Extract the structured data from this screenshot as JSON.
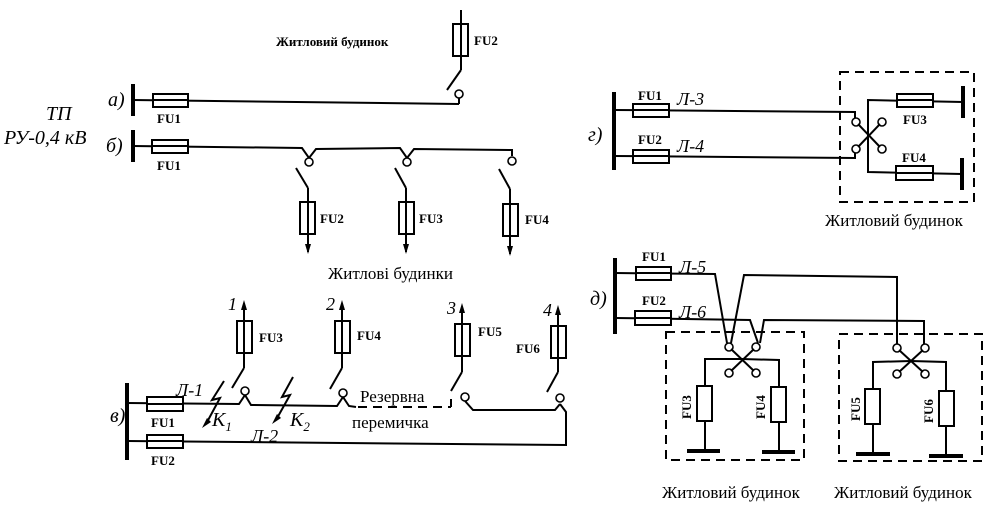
{
  "source": {
    "label": "ТП",
    "sublabel": "РУ-0,4 кВ"
  },
  "diagrams": {
    "a": {
      "tag": "а)",
      "fuses": [
        "FU1",
        "FU2"
      ],
      "caption": "Житловий будинок"
    },
    "b": {
      "tag": "б)",
      "fuses": [
        "FU1",
        "FU2",
        "FU3",
        "FU4"
      ],
      "caption": "Житлові будинки"
    },
    "v": {
      "tag": "в)",
      "fuses": [
        "FU1",
        "FU2",
        "FU3",
        "FU4",
        "FU5",
        "FU6"
      ],
      "consumers": [
        "1",
        "2",
        "3",
        "4"
      ],
      "lines": [
        "Л-1",
        "Л-2"
      ],
      "faults": [
        {
          "k": "K",
          "n": "1"
        },
        {
          "k": "K",
          "n": "2"
        }
      ],
      "jumper": [
        "Резервна",
        "перемичка"
      ]
    },
    "g": {
      "tag": "г)",
      "fuses": [
        "FU1",
        "FU2",
        "FU3",
        "FU4"
      ],
      "lines": [
        "Л-3",
        "Л-4"
      ],
      "caption": "Житловий будинок"
    },
    "d": {
      "tag": "д)",
      "fuses": [
        "FU1",
        "FU2",
        "FU3",
        "FU4",
        "FU5",
        "FU6"
      ],
      "lines": [
        "Л-5",
        "Л-6"
      ],
      "captions": [
        "Житловий будинок",
        "Житловий будинок"
      ]
    }
  }
}
